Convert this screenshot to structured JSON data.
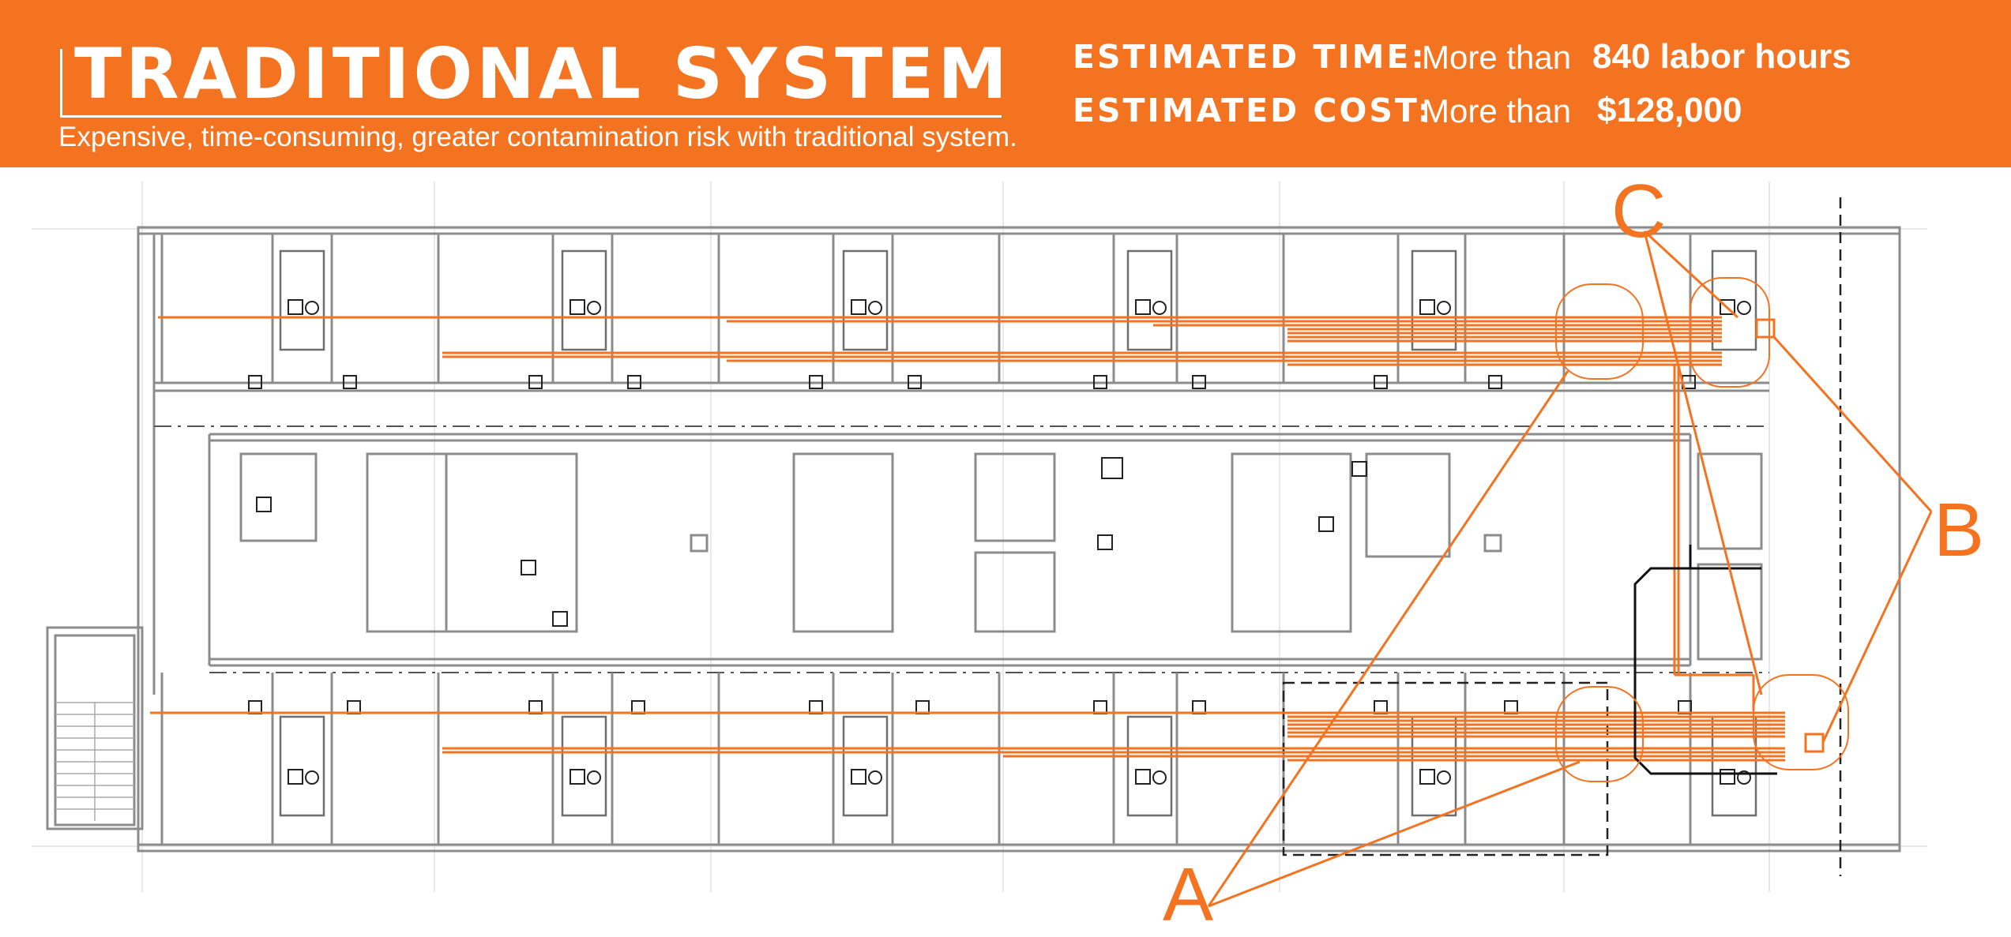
{
  "header": {
    "title": "TRADITIONAL SYSTEM",
    "subtitle": "Expensive, time-consuming, greater contamination risk with traditional system.",
    "time_label": "ESTIMATED TIME:",
    "time_prefix": "More than",
    "time_value": "840 labor hours",
    "cost_label": "ESTIMATED COST:",
    "cost_prefix": "More than",
    "cost_value": "$128,000"
  },
  "callouts": {
    "a": "A",
    "b": "B",
    "c": "C"
  },
  "colors": {
    "accent": "#f47321",
    "drawing": "#8c8c8c",
    "background": "#ffffff"
  }
}
